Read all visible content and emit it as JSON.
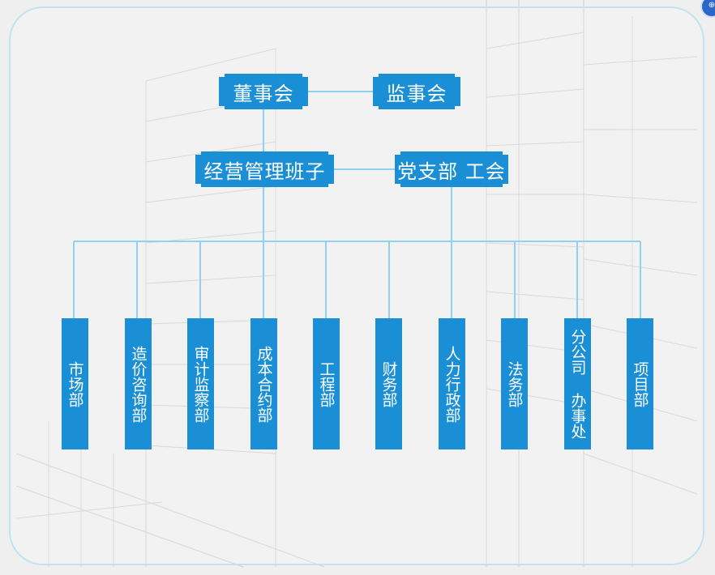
{
  "org": {
    "board": "董事会",
    "supervisors": "监事会",
    "management": "经营管理班子",
    "party_union": "党支部 工会",
    "departments": [
      "市场部",
      "造价咨询部",
      "审计监察部",
      "成本合约部",
      "工程部",
      "财务部",
      "人力行政部",
      "法务部",
      "分公司 办事处",
      "项目部"
    ]
  },
  "colors": {
    "node": "#1a8fd6",
    "connector": "#8fd1ef",
    "frame": "#bfe3f3"
  },
  "icons": {
    "corner": "circle-badge-icon"
  }
}
